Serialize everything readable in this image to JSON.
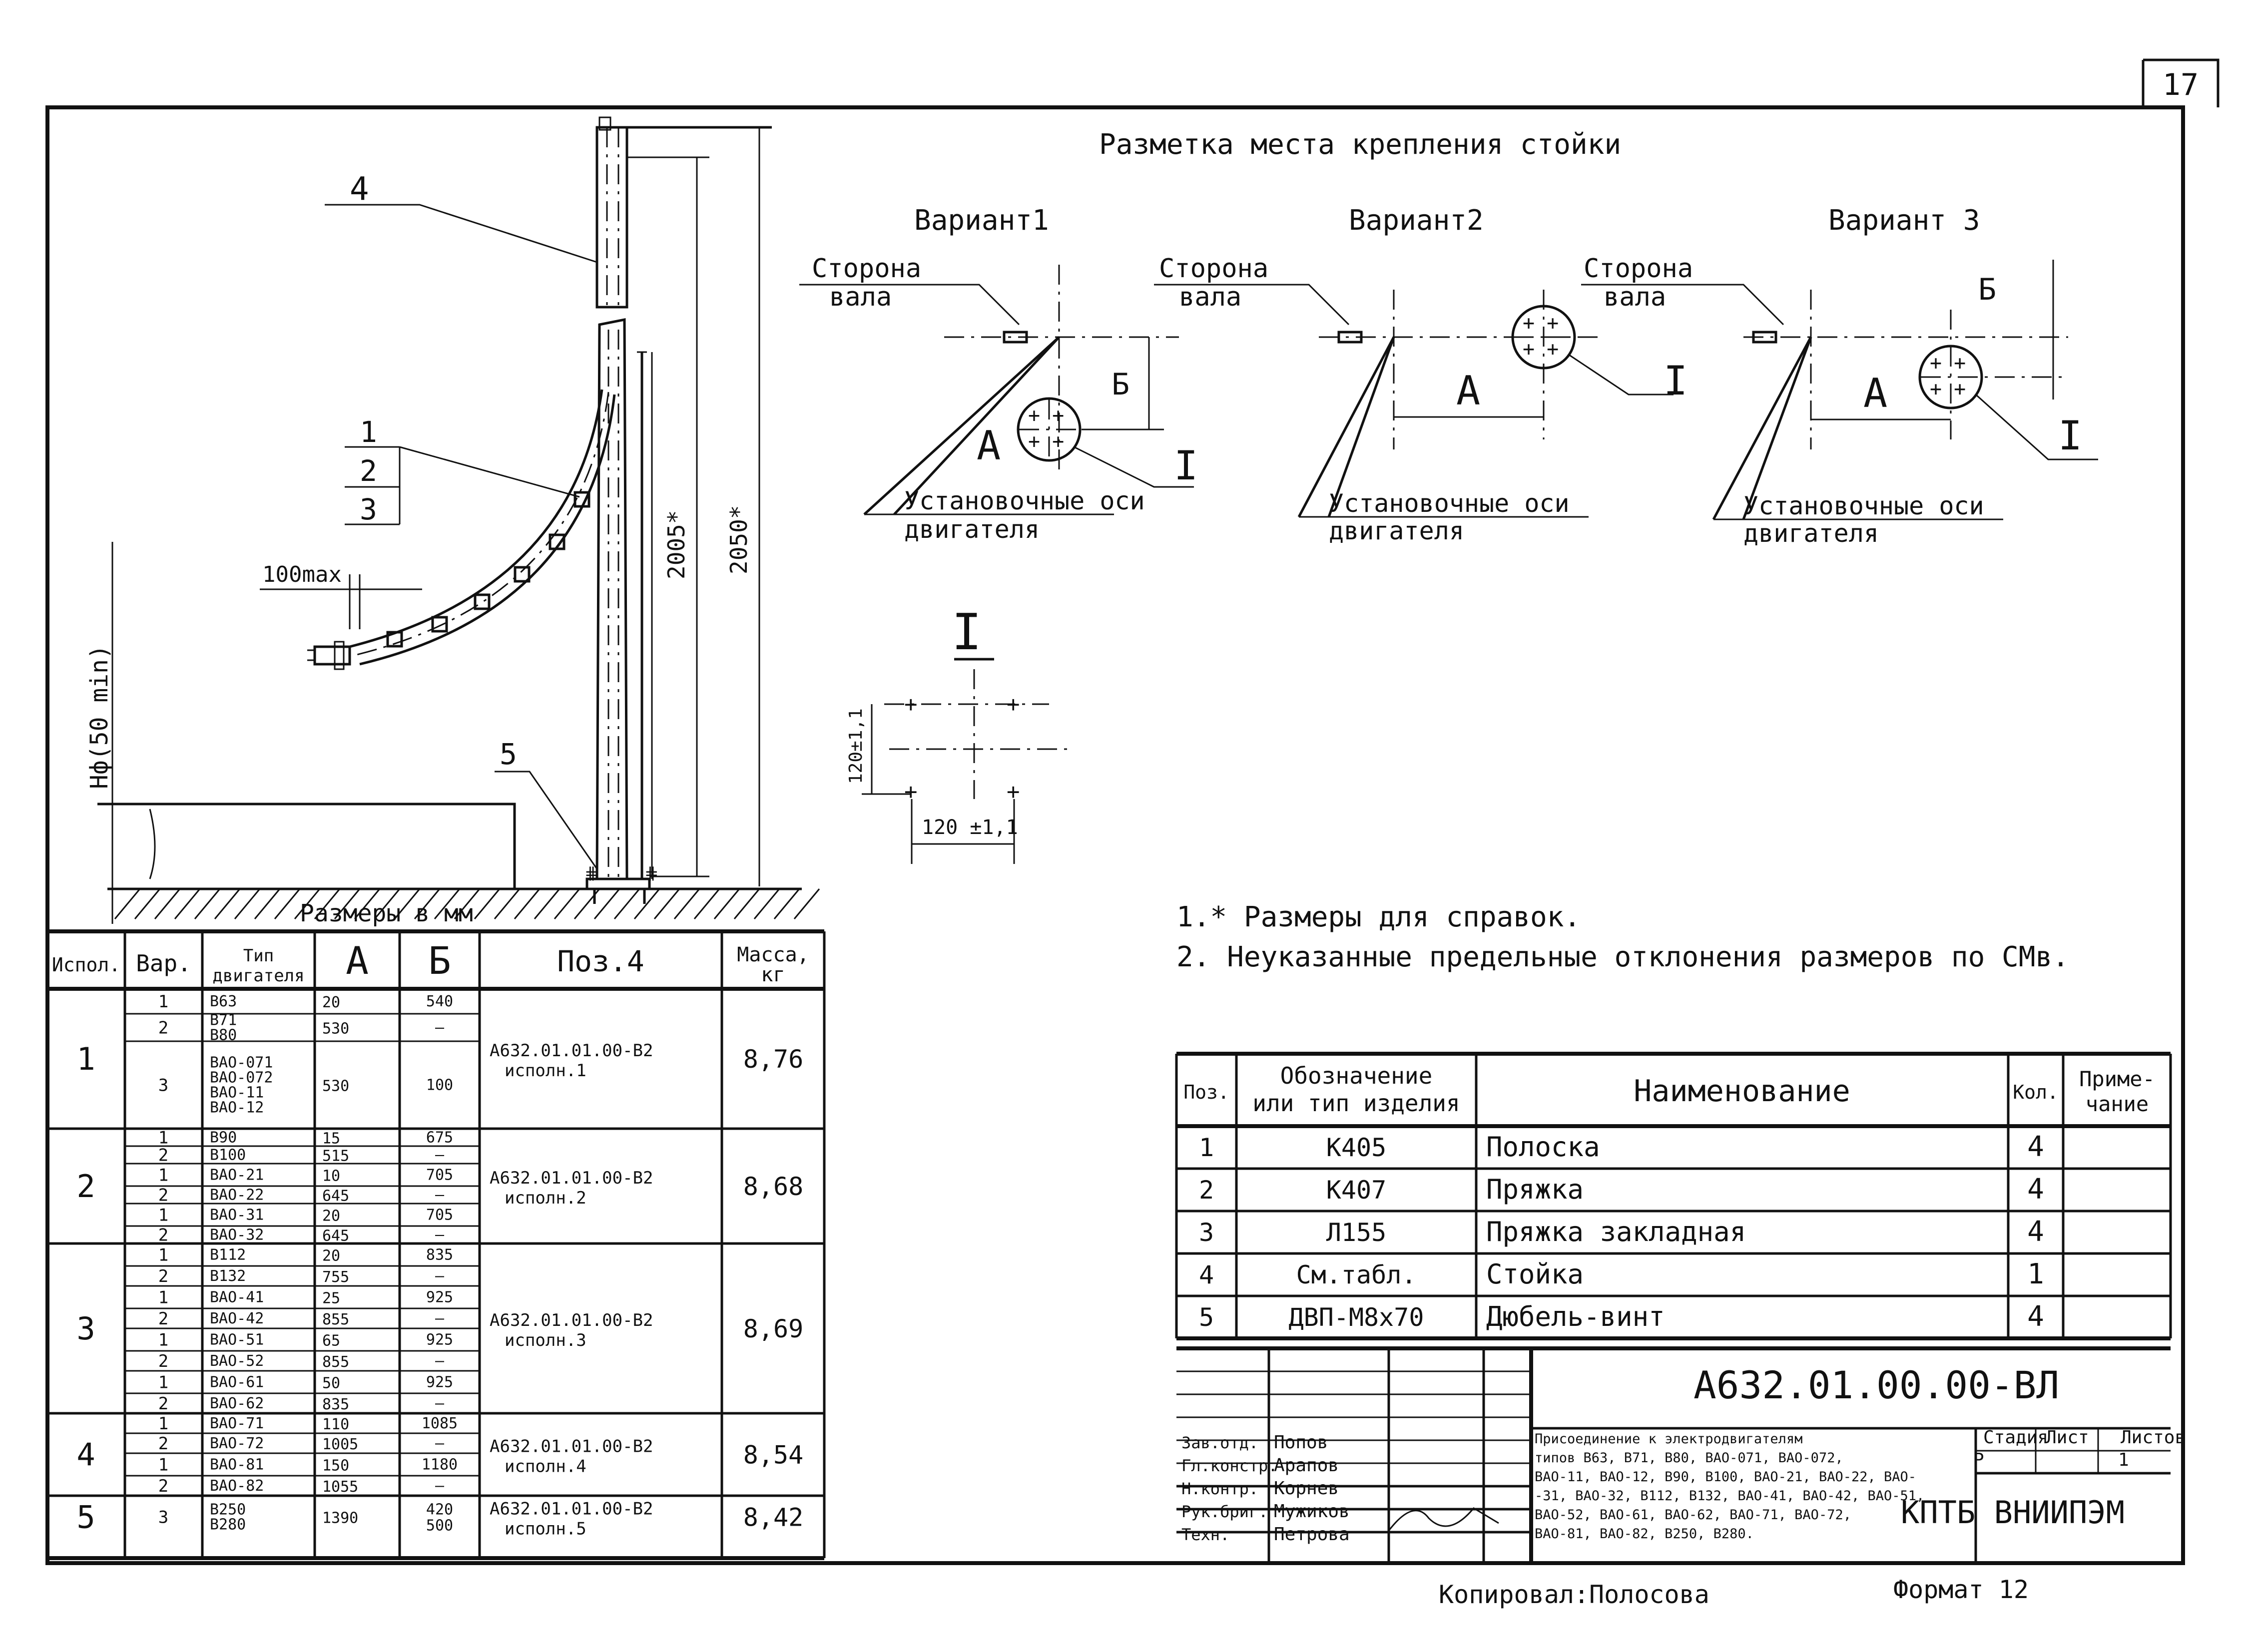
{
  "sheet_number": "17",
  "marking_title": "Разметка места крепления стойки",
  "variants": [
    {
      "title": "Вариант1",
      "side_label_1": "Сторона",
      "side_label_2": "вала",
      "dim_a": "А",
      "dim_b": "Б",
      "detail": "I",
      "axes_1": "Установочные оси",
      "axes_2": "двигателя"
    },
    {
      "title": "Вариант2",
      "side_label_1": "Сторона",
      "side_label_2": "вала",
      "dim_a": "А",
      "detail": "I",
      "axes_1": "Установочные оси",
      "axes_2": "двигателя"
    },
    {
      "title": "Вариант 3",
      "side_label_1": "Сторона",
      "side_label_2": "вала",
      "dim_a": "А",
      "dim_b": "Б",
      "detail": "I",
      "axes_1": "Установочные оси",
      "axes_2": "двигателя"
    }
  ],
  "elevation": {
    "pos_4": "4",
    "pos_1": "1",
    "pos_2": "2",
    "pos_3": "3",
    "pos_5": "5",
    "dim_100max": "100max",
    "dim_2005": "2005*",
    "dim_2050": "2050*",
    "dim_hf": "Hф(50 min)"
  },
  "detail_I": {
    "title": "I",
    "dim_v": "120±1,1",
    "dim_h": "120 ±1,1"
  },
  "notes": [
    "1.* Размеры для справок.",
    "2. Неуказанные предельные отклонения размеров по СМв."
  ],
  "sizes_table": {
    "caption": "Размеры в мм",
    "headers": [
      "Испол.",
      "Вар.",
      "Тип двигателя",
      "А",
      "Б",
      "Поз.4",
      "Масса, кг"
    ],
    "groups": [
      {
        "isp": "1",
        "mass": "8,76",
        "pos4_1": "А632.01.01.00-В2",
        "pos4_2": "исполн.1",
        "rows": [
          {
            "var": "1",
            "type": "В63",
            "a": "20",
            "b": "540"
          },
          {
            "var": "2",
            "type": "В71\nВ80",
            "a": "530",
            "b": "—"
          },
          {
            "var": "3",
            "type": "ВАО-071\nВАО-072\nВАО-11\nВАО-12",
            "a": "530",
            "b": "100"
          }
        ]
      },
      {
        "isp": "2",
        "mass": "8,68",
        "pos4_1": "А632.01.01.00-В2",
        "pos4_2": "исполн.2",
        "rows": [
          {
            "var": "1",
            "type": "В90",
            "a": "15",
            "b": "675"
          },
          {
            "var": "2",
            "type": "В100",
            "a": "515",
            "b": "—"
          },
          {
            "var": "1",
            "type": "ВАО-21",
            "a": "10",
            "b": "705"
          },
          {
            "var": "2",
            "type": "ВАО-22",
            "a": "645",
            "b": "—"
          },
          {
            "var": "1",
            "type": "ВАО-31",
            "a": "20",
            "b": "705"
          },
          {
            "var": "2",
            "type": "ВАО-32",
            "a": "645",
            "b": "—"
          }
        ]
      },
      {
        "isp": "3",
        "mass": "8,69",
        "pos4_1": "А632.01.01.00-В2",
        "pos4_2": "исполн.3",
        "rows": [
          {
            "var": "1",
            "type": "В112",
            "a": "20",
            "b": "835"
          },
          {
            "var": "2",
            "type": "В132",
            "a": "755",
            "b": "—"
          },
          {
            "var": "1",
            "type": "ВАО-41",
            "a": "25",
            "b": "925"
          },
          {
            "var": "2",
            "type": "ВАО-42",
            "a": "855",
            "b": "—"
          },
          {
            "var": "1",
            "type": "ВАО-51",
            "a": "65",
            "b": "925"
          },
          {
            "var": "2",
            "type": "ВАО-52",
            "a": "855",
            "b": "—"
          },
          {
            "var": "1",
            "type": "ВАО-61",
            "a": "50",
            "b": "925"
          },
          {
            "var": "2",
            "type": "ВАО-62",
            "a": "835",
            "b": "—"
          }
        ]
      },
      {
        "isp": "4",
        "mass": "8,54",
        "pos4_1": "А632.01.01.00-В2",
        "pos4_2": "исполн.4",
        "rows": [
          {
            "var": "1",
            "type": "ВАО-71",
            "a": "110",
            "b": "1085"
          },
          {
            "var": "2",
            "type": "ВАО-72",
            "a": "1005",
            "b": "—"
          },
          {
            "var": "1",
            "type": "ВАО-81",
            "a": "150",
            "b": "1180"
          },
          {
            "var": "2",
            "type": "ВАО-82",
            "a": "1055",
            "b": "—"
          }
        ]
      },
      {
        "isp": "5",
        "mass": "8,42",
        "pos4_1": "А632.01.01.00-В2",
        "pos4_2": "исполн.5",
        "rows": [
          {
            "var": "3",
            "type": "В250\nВ280",
            "a": "1390",
            "b": "420\n500"
          }
        ]
      }
    ]
  },
  "spec_table": {
    "headers": [
      "Поз.",
      "Обозначение или тип изделия",
      "Наименование",
      "Кол.",
      "Примечание"
    ],
    "rows": [
      {
        "pos": "1",
        "code": "К405",
        "name": "Полоска",
        "qty": "4"
      },
      {
        "pos": "2",
        "code": "К407",
        "name": "Пряжка",
        "qty": "4"
      },
      {
        "pos": "3",
        "code": "Л155",
        "name": "Пряжка закладная",
        "qty": "4"
      },
      {
        "pos": "4",
        "code": "См.табл.",
        "name": "Стойка",
        "qty": "1"
      },
      {
        "pos": "5",
        "code": "ДВП-М8х70",
        "name": "Дюбель-винт",
        "qty": "4"
      }
    ]
  },
  "title_block": {
    "doc_number": "А632.01.00.00-ВЛ",
    "roles": [
      "Зав.отд.",
      "Гл.констр.",
      "Н.контр.",
      "Рук.бриг.",
      "Техн."
    ],
    "names": [
      "Попов",
      "Арапов",
      "Корнев",
      "Мужиков",
      "Петрова"
    ],
    "description": [
      "Присоединение к электродвигателям",
      "типов В63, В71, В80, ВАО-071, ВАО-072,",
      "ВАО-11, ВАО-12, В90, В100, ВАО-21, ВАО-22, ВАО-",
      "-31, ВАО-32, В112, В132, ВАО-41, ВАО-42, ВАО-51,",
      "ВАО-52, ВАО-61, ВАО-62, ВАО-71, ВАО-72,",
      "ВАО-81, ВАО-82, В250, В280."
    ],
    "stage_label": "Стадия",
    "sheet_label": "Лист",
    "sheets_label": "Листов",
    "stage": "Р",
    "sheets": "1",
    "org": "КПТБ ВНИИПЭМ"
  },
  "footer": {
    "copied": "Копировал:Полосова",
    "format": "Формат 12"
  }
}
